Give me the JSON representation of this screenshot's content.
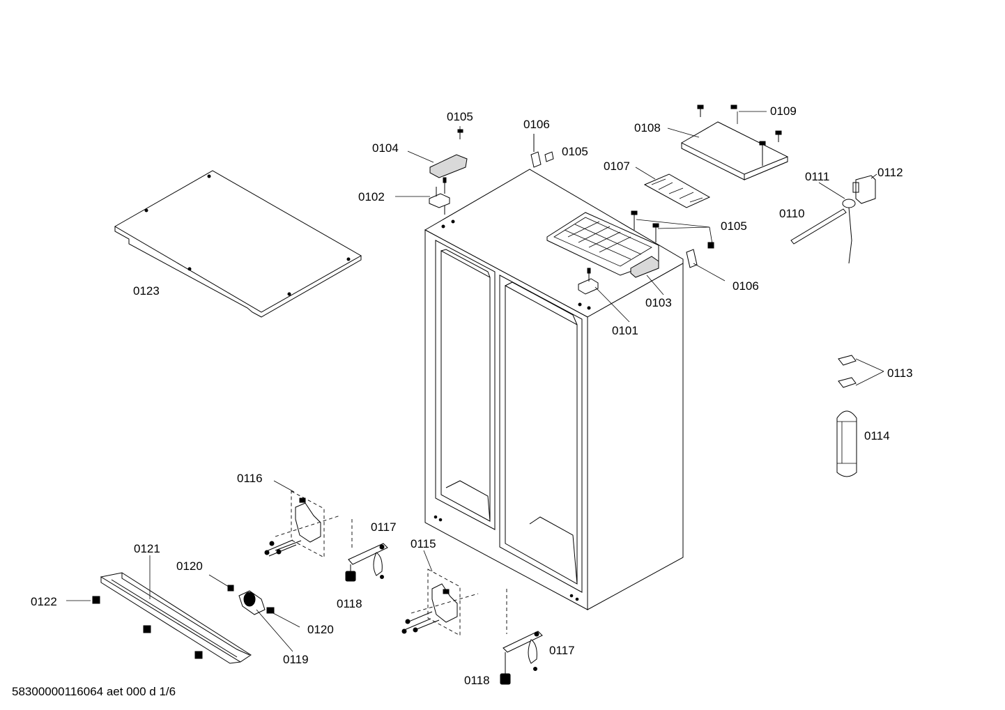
{
  "labels": {
    "p0101": "0101",
    "p0102": "0102",
    "p0103": "0103",
    "p0104": "0104",
    "p0105_top": "0105",
    "p0105_mid": "0105",
    "p0105_right": "0105",
    "p0106_top": "0106",
    "p0106_right": "0106",
    "p0107": "0107",
    "p0108": "0108",
    "p0109": "0109",
    "p0110": "0110",
    "p0111": "0111",
    "p0112": "0112",
    "p0113": "0113",
    "p0114": "0114",
    "p0115": "0115",
    "p0116": "0116",
    "p0117_a": "0117",
    "p0117_b": "0117",
    "p0118_a": "0118",
    "p0118_b": "0118",
    "p0119": "0119",
    "p0120_a": "0120",
    "p0120_b": "0120",
    "p0121": "0121",
    "p0122": "0122",
    "p0123": "0123"
  },
  "footer": "58300000116064 aet 000 d 1/6"
}
